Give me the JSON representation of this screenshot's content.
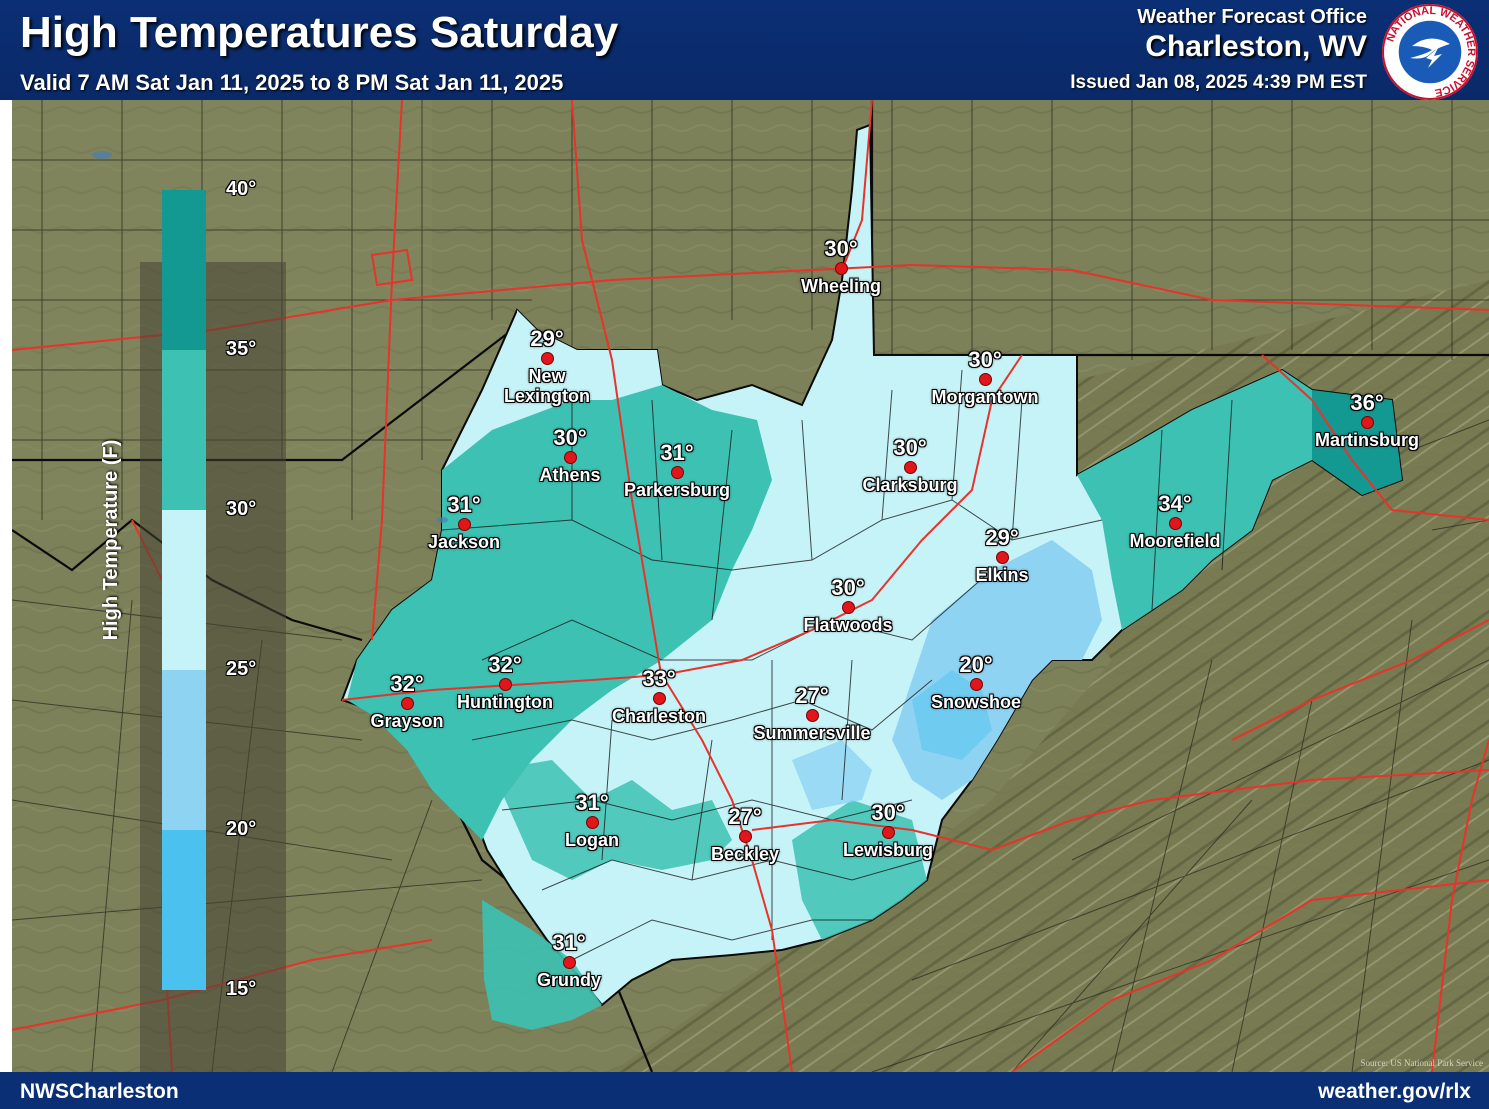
{
  "header": {
    "title": "High Temperatures Saturday",
    "valid": "Valid 7 AM Sat Jan 11, 2025 to 8 PM Sat Jan 11, 2025",
    "office_line1": "Weather Forecast Office",
    "office_line2": "Charleston, WV",
    "issued": "Issued Jan 08, 2025 4:39 PM EST",
    "logo_text": "NATIONAL WEATHER SERVICE"
  },
  "footer": {
    "left": "NWSCharleston",
    "right": "weather.gov/rlx"
  },
  "map": {
    "source": "Source: US National Park Service",
    "colors": {
      "terrain": "#7c8159",
      "temp_15_20": "#4bc1f0",
      "temp_20_25": "#8fd3f3",
      "temp_25_30": "#c5f3f7",
      "temp_30_35": "#3cc1b3",
      "temp_35_40": "#149992",
      "roads": "#e8322a",
      "boundaries": "#1a1a1a"
    }
  },
  "legend": {
    "title": "High Temperature (F)",
    "ticks": [
      "40°",
      "35°",
      "30°",
      "25°",
      "20°",
      "15°"
    ],
    "bands": [
      {
        "min": 35,
        "max": 40,
        "color": "#149992"
      },
      {
        "min": 30,
        "max": 35,
        "color": "#3cc1b3"
      },
      {
        "min": 25,
        "max": 30,
        "color": "#c5f3f7"
      },
      {
        "min": 20,
        "max": 25,
        "color": "#8fd3f3"
      },
      {
        "min": 15,
        "max": 20,
        "color": "#4bc1f0"
      }
    ]
  },
  "cities": [
    {
      "name": "Wheeling",
      "temp": "30°"
    },
    {
      "name": "New Lexington",
      "temp": "29°"
    },
    {
      "name": "Morgantown",
      "temp": "30°"
    },
    {
      "name": "Martinsburg",
      "temp": "36°"
    },
    {
      "name": "Athens",
      "temp": "30°"
    },
    {
      "name": "Parkersburg",
      "temp": "31°"
    },
    {
      "name": "Clarksburg",
      "temp": "30°"
    },
    {
      "name": "Jackson",
      "temp": "31°"
    },
    {
      "name": "Moorefield",
      "temp": "34°"
    },
    {
      "name": "Elkins",
      "temp": "29°"
    },
    {
      "name": "Flatwoods",
      "temp": "30°"
    },
    {
      "name": "Grayson",
      "temp": "32°"
    },
    {
      "name": "Huntington",
      "temp": "32°"
    },
    {
      "name": "Charleston",
      "temp": "33°"
    },
    {
      "name": "Summersville",
      "temp": "27°"
    },
    {
      "name": "Snowshoe",
      "temp": "20°"
    },
    {
      "name": "Logan",
      "temp": "31°"
    },
    {
      "name": "Beckley",
      "temp": "27°"
    },
    {
      "name": "Lewisburg",
      "temp": "30°"
    },
    {
      "name": "Grundy",
      "temp": "31°"
    }
  ]
}
